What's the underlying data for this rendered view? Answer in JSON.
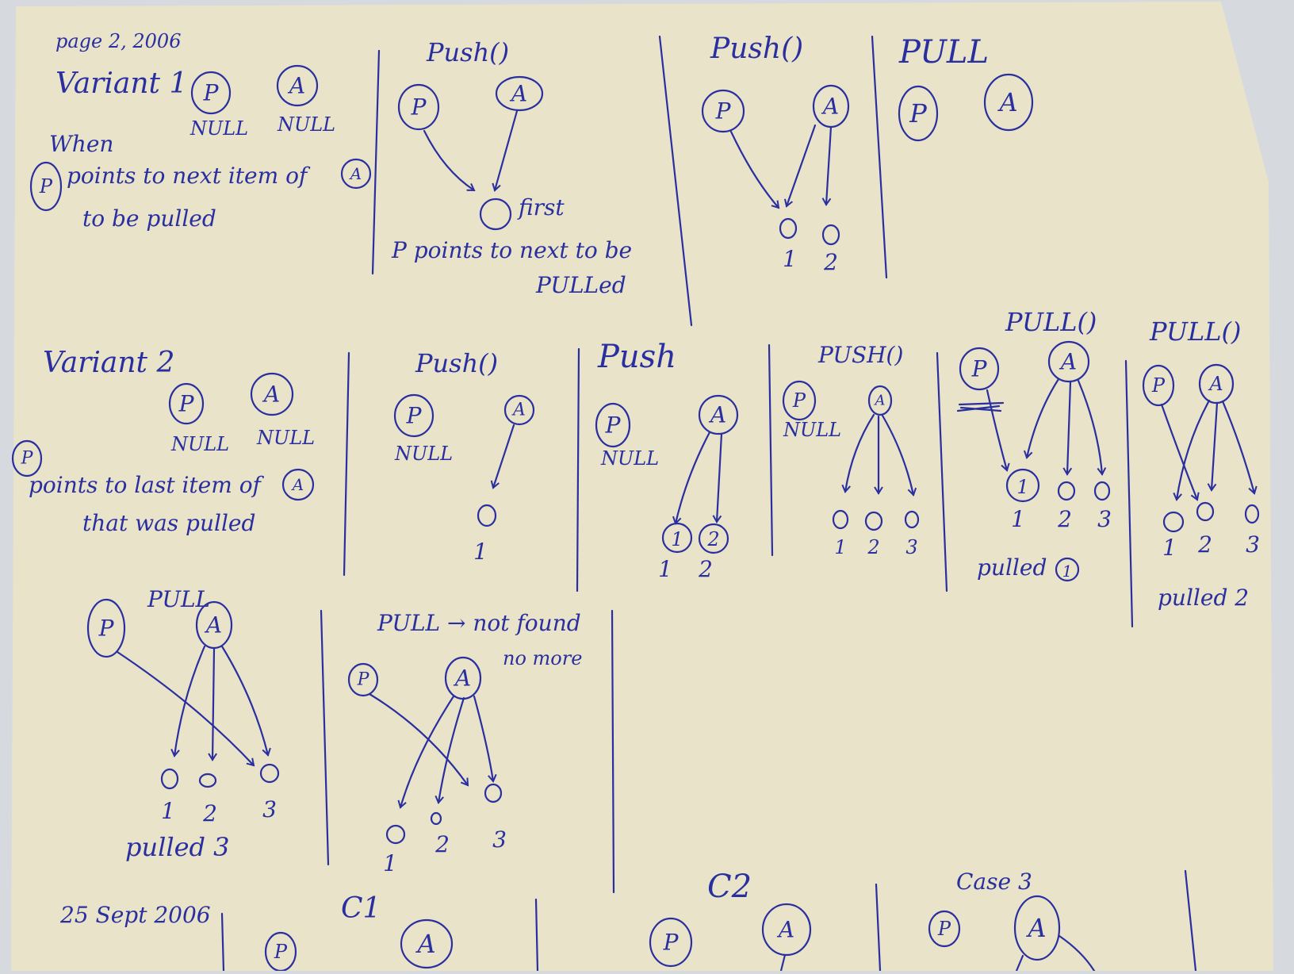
{
  "header": {
    "page_note": "page 2, 2006",
    "bottom_date": "25 Sept 2006"
  },
  "variant1": {
    "title": "Variant 1",
    "null": "NULL",
    "desc_when": "When",
    "desc_line1": "points to next item of",
    "desc_line2": "to be pulled",
    "push1_label": "Push()",
    "first_label": "first",
    "note_line1": "P points to next to be",
    "note_line2": "PULLed",
    "push2_label": "Push()",
    "pull_label": "PULL"
  },
  "variant2": {
    "title": "Variant 2",
    "null": "NULL",
    "desc_line1": "points to last item of",
    "desc_line2": "that was pulled",
    "push1_label": "Push()",
    "push2_label": "Push",
    "push3_label": "PUSH()",
    "pull1_label": "PULL()",
    "pull1_note": "pulled",
    "pull2_label": "PULL()",
    "pull2_note": "pulled 2",
    "pull3_label": "PULL",
    "pull3_note": "pulled 3",
    "pull4_label": "PULL → not found",
    "pull4_note": "no more"
  },
  "bottom": {
    "c1": "C1",
    "c2": "C2",
    "c3": "Case 3"
  },
  "node_letters": {
    "p": "P",
    "a": "A"
  },
  "colors": {
    "ink": "#2a2fa0",
    "paper": "#e9e3c9"
  }
}
